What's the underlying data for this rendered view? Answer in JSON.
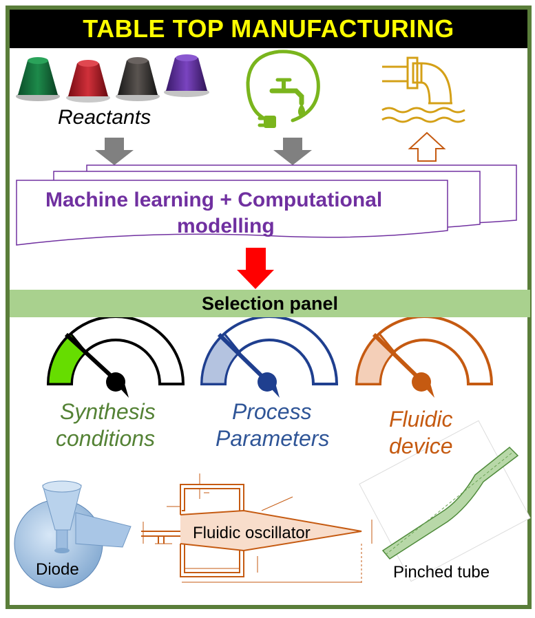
{
  "title": "TABLE TOP MANUFACTURING",
  "inputs": {
    "reactants_label": "Reactants"
  },
  "process_box": {
    "line1": "Machine learning + Computational",
    "line2": "modelling"
  },
  "selection_panel": "Selection panel",
  "gauges": [
    {
      "line1": "Synthesis",
      "line2": "conditions",
      "color": "#548235",
      "fill": "#66dd00",
      "stroke": "#000000"
    },
    {
      "line1": "Process",
      "line2": "Parameters",
      "color": "#2f5597",
      "fill": "#b4c3e0",
      "stroke": "#1f3f8f"
    },
    {
      "line1": "Fluidic",
      "line2": "device",
      "color": "#c55a11",
      "fill": "#f4cfb8",
      "stroke": "#c55a11"
    }
  ],
  "devices": {
    "diode": "Diode",
    "oscillator": "Fluidic oscillator",
    "pinched_tube": "Pinched tube"
  },
  "colors": {
    "frame": "#5a7e3a",
    "title_bg": "#000000",
    "title_text": "#ffff00",
    "purple": "#7030a0",
    "panel_green": "#a9d18e",
    "arrow_gray": "#808080",
    "arrow_red": "#ff0000",
    "orange": "#c55a11",
    "energy_green": "#7ab51d",
    "waste_gold": "#d4a017"
  }
}
